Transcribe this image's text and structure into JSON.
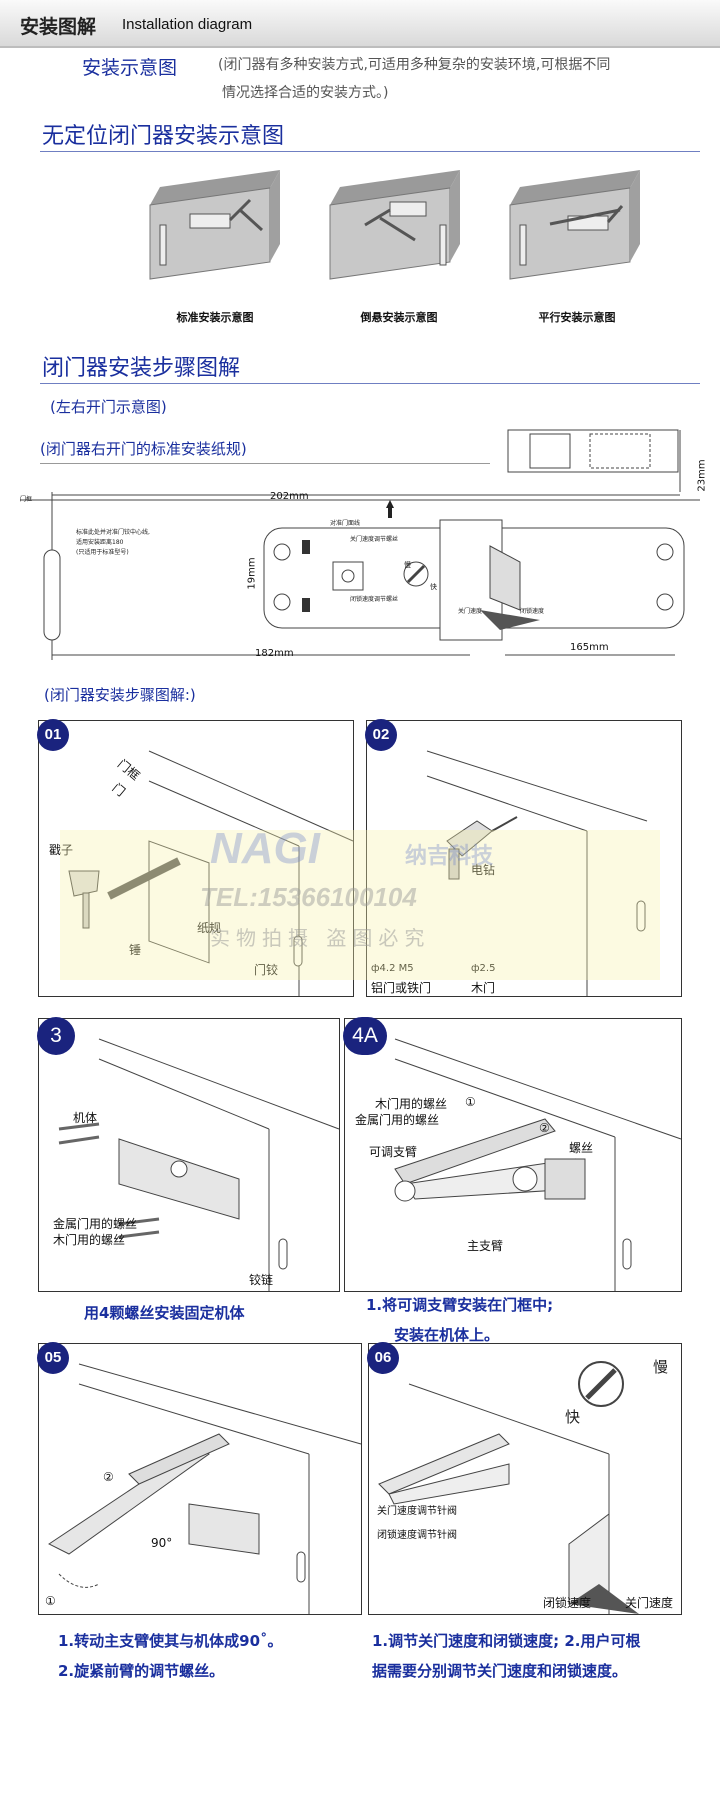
{
  "header": {
    "title_cn": "安装图解",
    "title_en": "Installation diagram"
  },
  "intro": {
    "title": "安装示意图",
    "text_line1": "(闭门器有多种安装方式,可适用多种复杂的安装环境,可根据不同",
    "text_line2": "情况选择合适的安装方式。)"
  },
  "section1": {
    "title": "无定位闭门器安装示意图",
    "captions": [
      "标准安装示意图",
      "倒悬安装示意图",
      "平行安装示意图"
    ]
  },
  "section2": {
    "title": "闭门器安装步骤图解",
    "sub1": "(左右开门示意图)",
    "sub2": "(闭门器右开门的标准安装纸规)",
    "sub3": "(闭门器安装步骤图解:)"
  },
  "template": {
    "dim_202": "202mm",
    "dim_23": "23mm",
    "dim_19": "19mm",
    "dim_182": "182mm",
    "dim_165": "165mm",
    "door_frame": "门框",
    "note_line1": "标准此处并对准门铰中心线,",
    "note_line2": "适用安装距离180",
    "note_line3": "(只适用于标准型号)",
    "top_label": "对准门面线",
    "label_close_speed": "关门速度调节螺丝",
    "label_lock_speed": "闭锁速度调节螺丝",
    "label_slow": "慢",
    "label_fast": "快",
    "label_close": "关门速度",
    "label_lock": "闭锁速度"
  },
  "watermark": {
    "brand": "NAGI",
    "brand_cn": "纳吉科技",
    "tel": "TEL:15366100104",
    "slogan": "实物拍摄  盗图必究"
  },
  "steps": {
    "s01": {
      "num": "01",
      "labels": {
        "frame": "门框",
        "door": "门",
        "punch": "戳子",
        "hammer": "锤",
        "paper": "纸规",
        "hinge": "门铰"
      }
    },
    "s02": {
      "num": "02",
      "labels": {
        "drill": "电钻",
        "spec1": "ф4.2  M5",
        "spec2": "ф2.5",
        "metal": "铝门或铁门",
        "wood": "木门"
      }
    },
    "s3": {
      "num": "3",
      "labels": {
        "body": "机体",
        "metal_screw": "金属门用的螺丝",
        "wood_screw": "木门用的螺丝",
        "hinge": "铰链"
      },
      "caption": "用4颗螺丝安装固定机体"
    },
    "s4a": {
      "num": "4A",
      "labels": {
        "wood_screw": "木门用的螺丝",
        "metal_screw": "金属门用的螺丝",
        "adj_arm": "可调支臂",
        "screw": "螺丝",
        "main_arm": "主支臂",
        "n1": "①",
        "n2": "②"
      },
      "caption_line1": "1.将可调支臂安装在门框中;",
      "caption_line2": "安装在机体上。"
    },
    "s05": {
      "num": "05",
      "labels": {
        "angle": "90°",
        "n1": "①",
        "n2": "②"
      },
      "caption_line1": "1.转动主支臂使其与机体成90˚。",
      "caption_line2": "2.旋紧前臂的调节螺丝。"
    },
    "s06": {
      "num": "06",
      "labels": {
        "slow": "慢",
        "fast": "快",
        "close_valve": "关门速度调节针阀",
        "lock_valve": "闭锁速度调节针阀",
        "lock_speed": "闭锁速度",
        "close_speed": "关门速度"
      },
      "caption_line1": "1.调节关门速度和闭锁速度; 2.用户可根",
      "caption_line2": "据需要分别调节关门速度和闭锁速度。"
    }
  }
}
